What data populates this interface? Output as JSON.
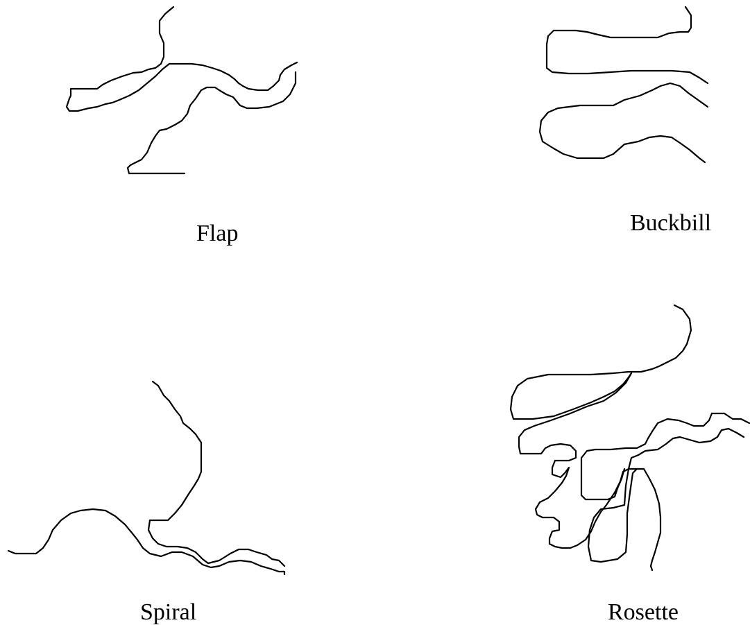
{
  "panels": [
    {
      "id": "flap",
      "label": "Flap"
    },
    {
      "id": "buckbill",
      "label": "Buckbill"
    },
    {
      "id": "spiral",
      "label": "Spiral"
    },
    {
      "id": "rosette",
      "label": "Rosette"
    }
  ],
  "colors": {
    "stroke": "#000000",
    "background": "#ffffff"
  }
}
